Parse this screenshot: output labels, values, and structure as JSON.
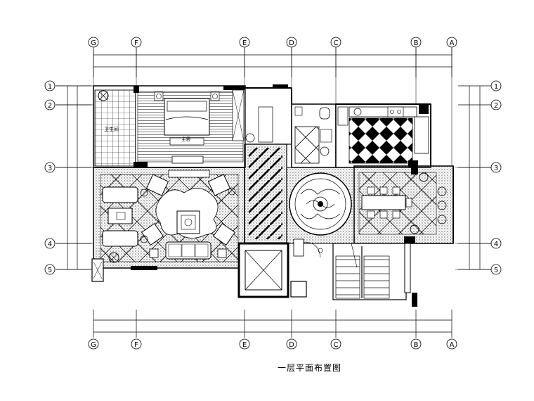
{
  "title": "一层平面布置图",
  "column_axes": [
    "G",
    "F",
    "E",
    "D",
    "C",
    "B",
    "A"
  ],
  "row_axes": [
    "1",
    "2",
    "3",
    "4",
    "5"
  ],
  "room_labels": {
    "bedroom_bed": "主卧",
    "bath_tile": "卫生间"
  }
}
